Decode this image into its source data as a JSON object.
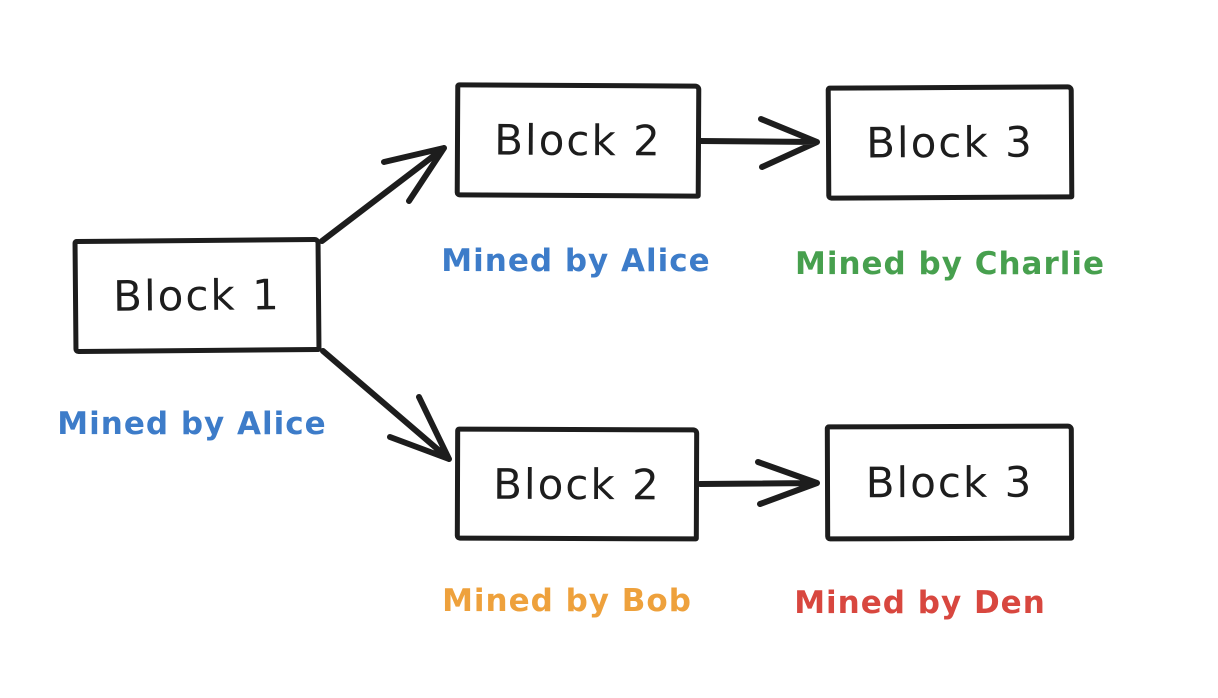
{
  "colors": {
    "stroke": "#1d1d1d",
    "background": "#ffffff",
    "blue": "#3d7cc9",
    "green": "#47a04e",
    "orange": "#eea13c",
    "red": "#d8473f"
  },
  "nodes": {
    "block1": {
      "title": "Block 1",
      "miner": "Mined by Alice"
    },
    "block2_top": {
      "title": "Block 2",
      "miner": "Mined by Alice"
    },
    "block3_top": {
      "title": "Block 3",
      "miner": "Mined by Charlie"
    },
    "block2_bottom": {
      "title": "Block 2",
      "miner": "Mined by Bob"
    },
    "block3_bottom": {
      "title": "Block 3",
      "miner": "Mined by Den"
    }
  },
  "edges": [
    {
      "from": "block1",
      "to": "block2_top"
    },
    {
      "from": "block1",
      "to": "block2_bottom"
    },
    {
      "from": "block2_top",
      "to": "block3_top"
    },
    {
      "from": "block2_bottom",
      "to": "block3_bottom"
    }
  ]
}
